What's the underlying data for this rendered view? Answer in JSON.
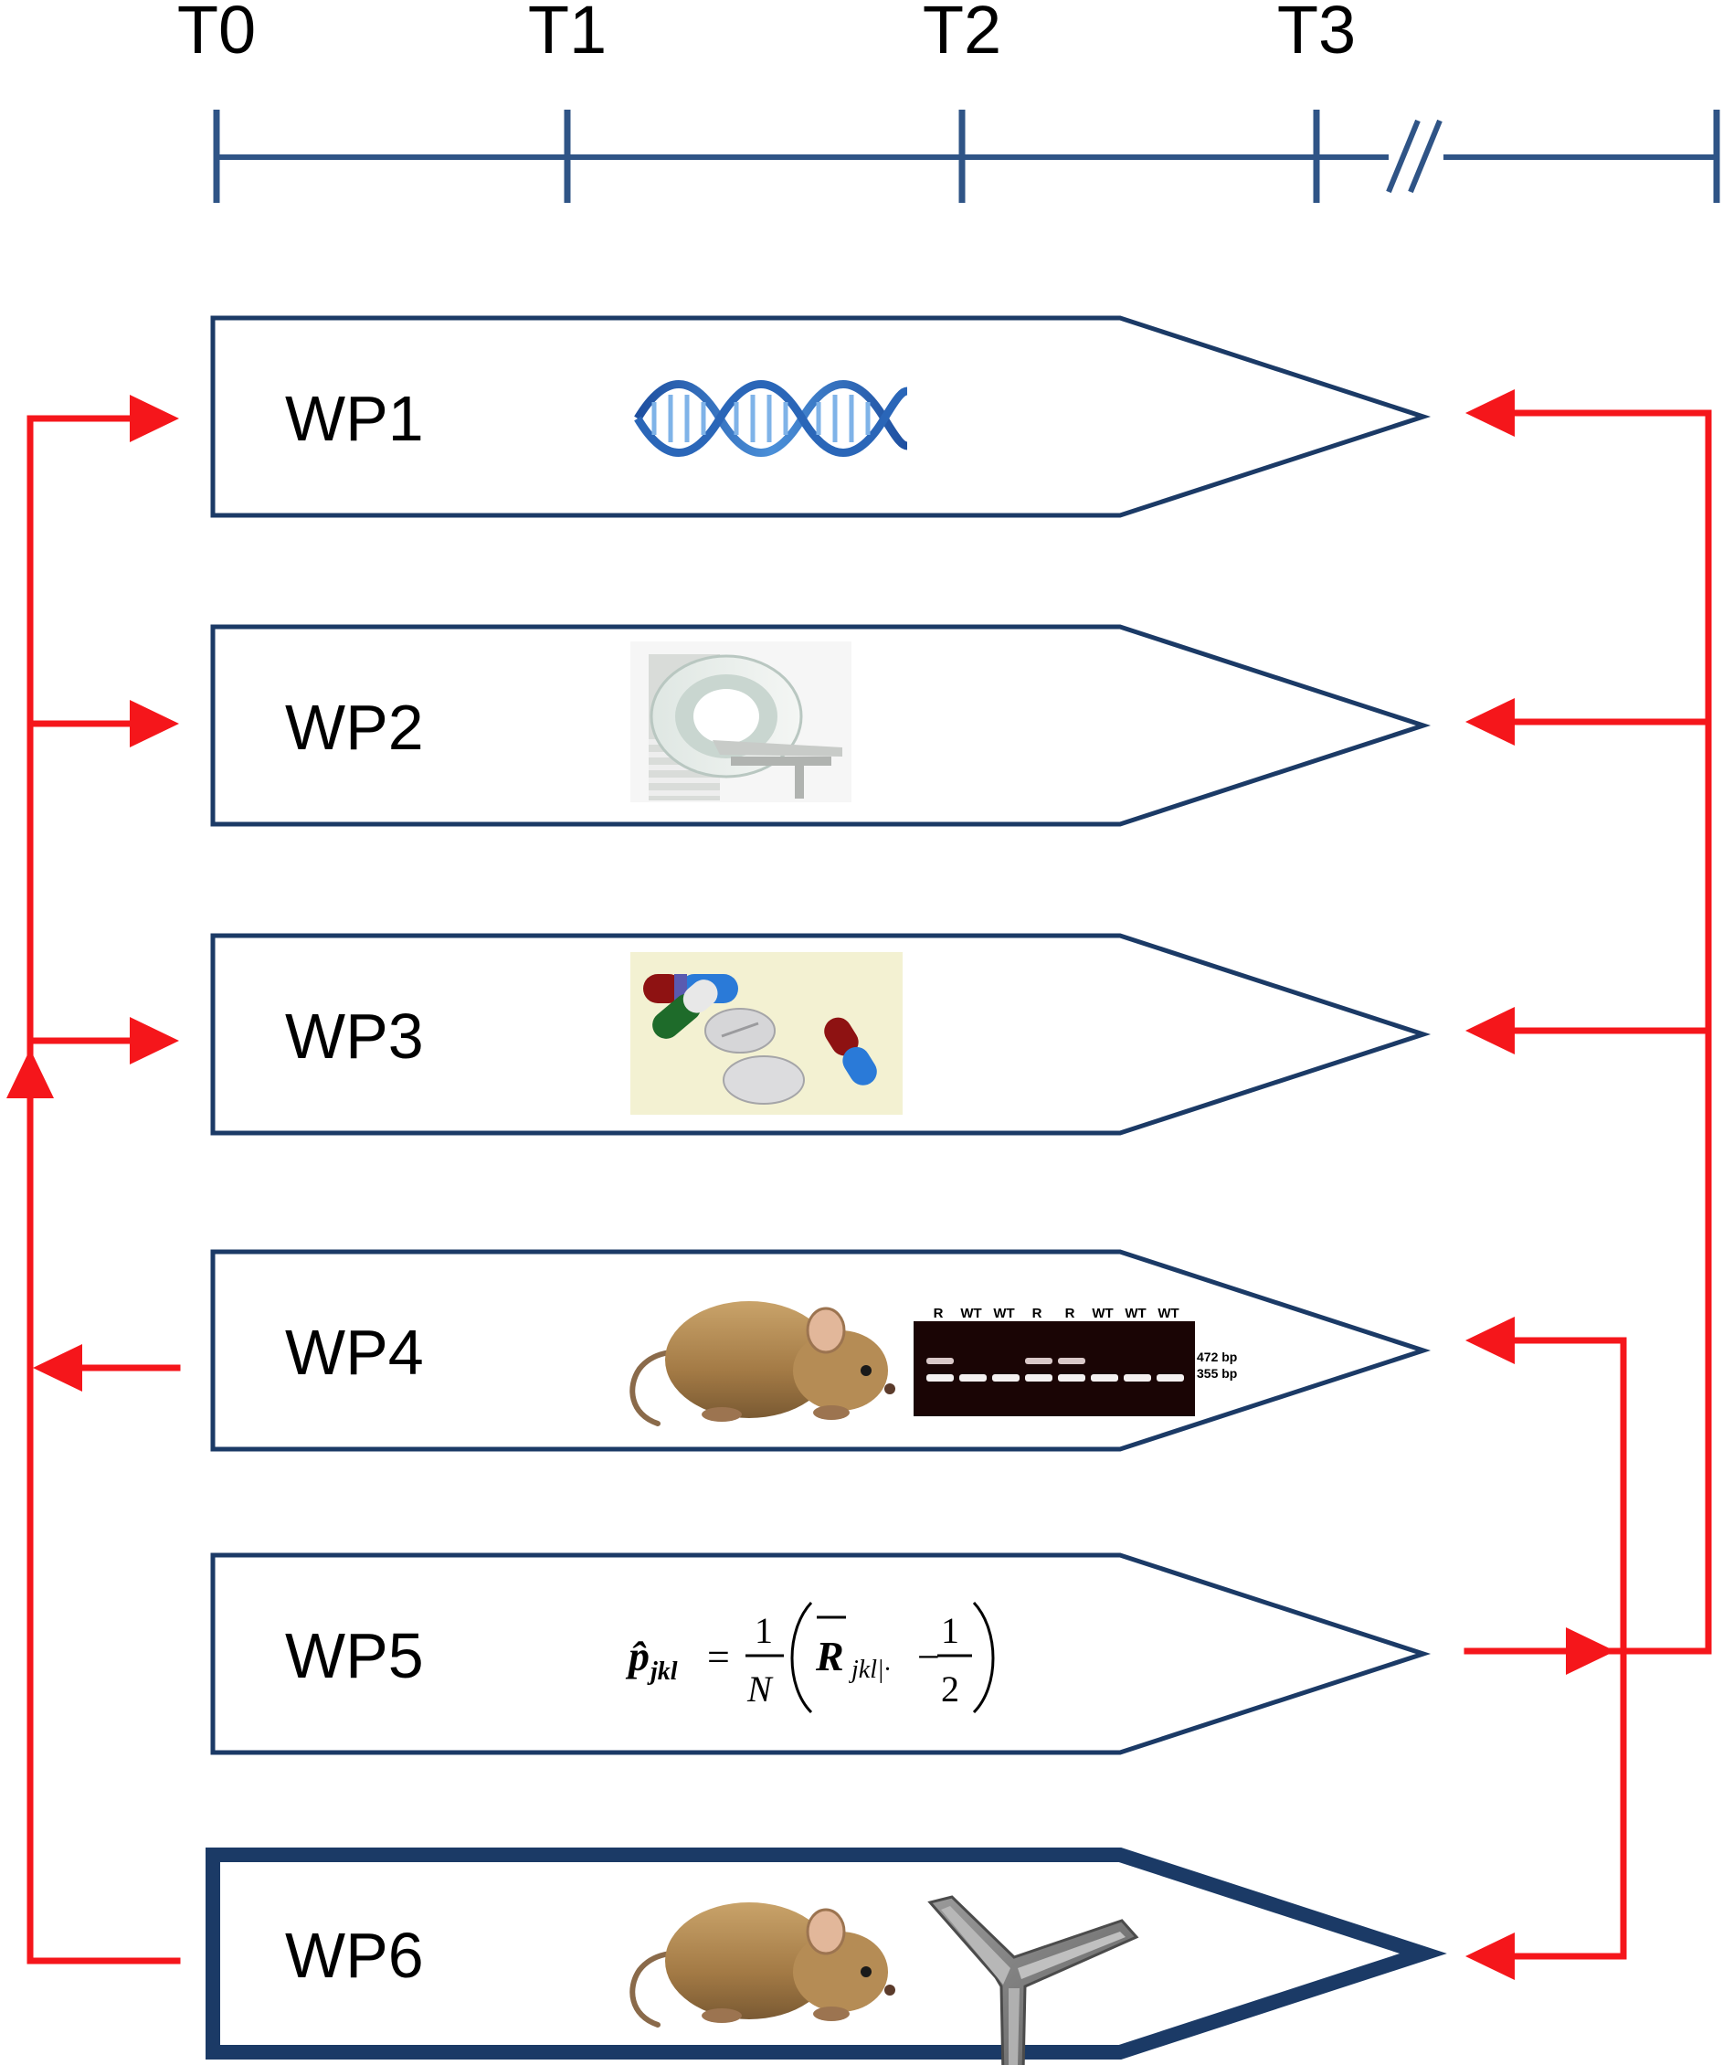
{
  "colors": {
    "timeline": "#2f5486",
    "box_stroke": "#1b3a66",
    "arrows": "#f5161b",
    "text": "#000000"
  },
  "timeline": {
    "ticks": [
      {
        "label": "T0"
      },
      {
        "label": "T1"
      },
      {
        "label": "T2"
      },
      {
        "label": "T3"
      },
      {
        "label": ""
      }
    ],
    "break_marker": true
  },
  "work_packages": [
    {
      "id": "WP1",
      "label": "WP1",
      "icon": "dna-helix-icon"
    },
    {
      "id": "WP2",
      "label": "WP2",
      "icon": "mri-scanner-icon"
    },
    {
      "id": "WP3",
      "label": "WP3",
      "icon": "pills-capsules-icon"
    },
    {
      "id": "WP4",
      "label": "WP4",
      "icon": "mouse-icon",
      "gel": {
        "lanes": [
          "R",
          "WT",
          "WT",
          "R",
          "R",
          "WT",
          "WT",
          "WT"
        ],
        "bands": [
          "472 bp",
          "355 bp"
        ]
      }
    },
    {
      "id": "WP5",
      "label": "WP5",
      "icon": "formula",
      "formula": {
        "lhs": "p̂",
        "lhs_sub": "jkl",
        "equals": "=",
        "frac1_num": "1",
        "frac1_den": "N",
        "r_symbol": "R",
        "r_sub": "jkl|·",
        "minus": "−",
        "frac2_num": "1",
        "frac2_den": "2"
      }
    },
    {
      "id": "WP6",
      "label": "WP6",
      "icon": "mouse-icon",
      "icon2": "y-maze-icon",
      "emphasized": true
    }
  ]
}
